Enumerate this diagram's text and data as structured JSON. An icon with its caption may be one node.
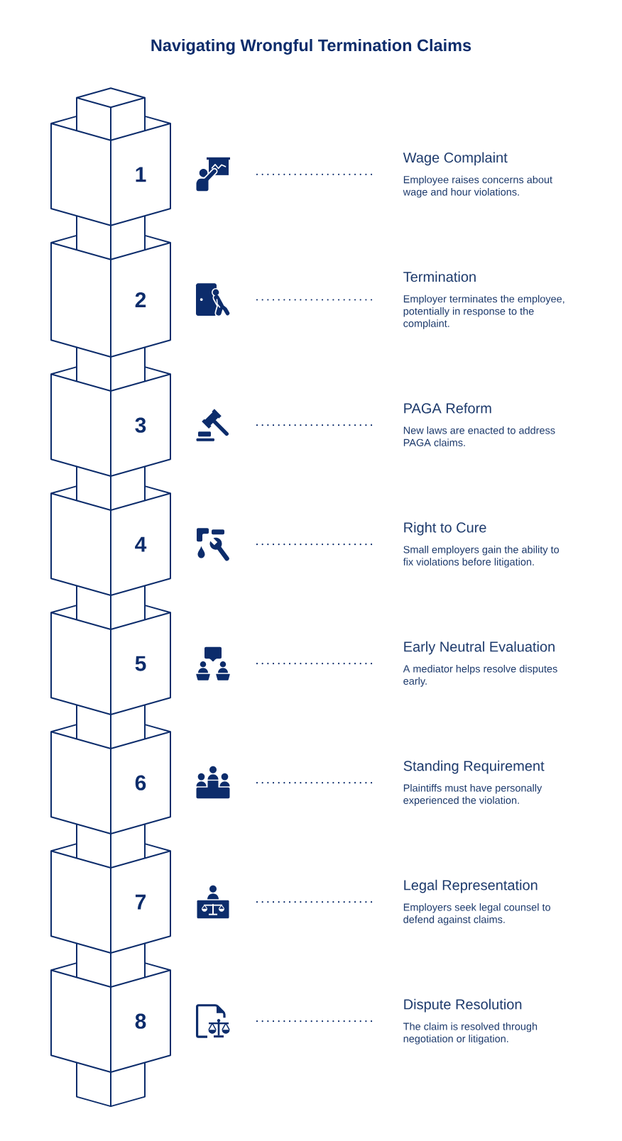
{
  "diagram": {
    "title": "Navigating Wrongful Termination Claims",
    "nodes": [
      {
        "text": [],
        "shape": "box"
      },
      {
        "text": [
          "1"
        ]
      },
      {
        "text": [],
        "shape": "picture"
      },
      {
        "text": [
          "Wage Complaint",
          "Employee raises concerns about wage and hour violations."
        ]
      },
      {
        "text": [],
        "shape": "box"
      },
      {
        "text": [
          "2"
        ]
      },
      {
        "text": [],
        "shape": "picture"
      },
      {
        "text": [
          "Termination",
          "Employer terminates the employee, potentially in response to the complaint."
        ]
      },
      {
        "text": [],
        "shape": "box"
      },
      {
        "text": [
          "3"
        ]
      },
      {
        "text": [],
        "shape": "picture"
      },
      {
        "text": [
          "PAGA Reform",
          "New laws are enacted to address PAGA claims."
        ]
      },
      {
        "text": [],
        "shape": "box"
      },
      {
        "text": [
          "4"
        ]
      },
      {
        "text": [],
        "shape": "picture"
      },
      {
        "text": [
          "Right to Cure",
          "Small employers gain the ability to fix violations before litigation."
        ]
      },
      {
        "text": [],
        "shape": "box"
      },
      {
        "text": [
          "5"
        ]
      },
      {
        "text": [],
        "shape": "picture"
      },
      {
        "text": [
          "Early Neutral Evaluation",
          "A mediator helps resolve disputes early."
        ]
      },
      {
        "text": [],
        "shape": "box"
      },
      {
        "text": [
          "6"
        ]
      },
      {
        "text": [],
        "shape": "picture"
      },
      {
        "text": [
          "Standing Requirement",
          "Plaintiffs must have personally experienced the violation."
        ]
      },
      {
        "text": [],
        "shape": "box"
      },
      {
        "text": [
          "7"
        ]
      },
      {
        "text": [],
        "shape": "picture"
      },
      {
        "text": [
          "Legal Representation",
          "Employers seek legal counsel to defend against claims."
        ]
      },
      {
        "text": [],
        "shape": "box"
      },
      {
        "text": [
          "8"
        ]
      },
      {
        "text": [],
        "shape": "picture"
      },
      {
        "text": [
          "Dispute Resolution",
          "The claim is resolved through negotiation or litigation."
        ]
      },
      {
        "text": [],
        "shape": "box"
      }
    ],
    "edges": [
      {
        "from": 2,
        "to": 3,
        "arrow": "none"
      },
      {
        "from": 6,
        "to": 7,
        "arrow": "none"
      },
      {
        "from": 10,
        "to": 11,
        "arrow": "none"
      },
      {
        "from": 14,
        "to": 15,
        "arrow": "none"
      },
      {
        "from": 18,
        "to": 19,
        "arrow": "none"
      },
      {
        "from": 22,
        "to": 23,
        "arrow": "none"
      },
      {
        "from": 26,
        "to": 27,
        "arrow": "none"
      },
      {
        "from": 30,
        "to": 31,
        "arrow": "none"
      }
    ]
  }
}
